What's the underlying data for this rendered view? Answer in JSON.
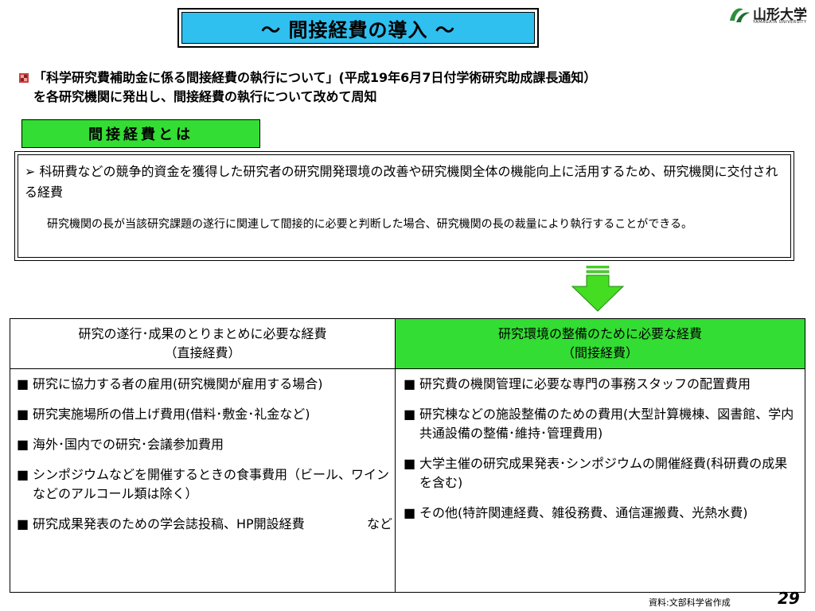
{
  "title": "～ 間接経費の導入 ～",
  "logo": {
    "name": "山形大学",
    "english": "YAMAGATA UNIVERSITY"
  },
  "notice": {
    "line1": "「科学研究費補助金に係る間接経費の執行について」(平成19年6月7日付学術研究助成課長通知）",
    "line2": "を各研究機関に発出し、間接経費の執行について改めて周知"
  },
  "definition": {
    "heading": "間接経費とは",
    "main": "➢ 科研費などの競争的資金を獲得した研究者の研究開発環境の改善や研究機関全体の機能向上に活用するため、研究機関に交付される経費",
    "note": "研究機関の長が当該研究課題の遂行に関連して間接的に必要と判断した場合、研究機関の長の裁量により執行することができる。"
  },
  "table": {
    "left_header": [
      "研究の遂行･成果のとりまとめに必要な経費",
      "（直接経費）"
    ],
    "right_header": [
      "研究環境の整備のために必要な経費",
      "（間接経費）"
    ],
    "left_items": [
      "研究に協力する者の雇用(研究機関が雇用する場合)",
      "研究実施場所の借上げ費用(借料･敷金･礼金など)",
      "海外･国内での研究･会議参加費用",
      "シンポジウムなどを開催するときの食事費用（ビール、ワインなどのアルコール類は除く）",
      "研究成果発表のための学会誌投稿、HP開設経費"
    ],
    "left_tail": "など",
    "right_items": [
      "研究費の機関管理に必要な専門の事務スタッフの配置費用",
      "研究棟などの施設整備のための費用(大型計算機棟、図書館、学内共通設備の整備･維持･管理費用)",
      "大学主催の研究成果発表･シンポジウムの開催経費(科研費の成果を含む)",
      "その他(特許関連経費、雑役務費、通信運搬費、光熱水費)"
    ],
    "bullet": "■"
  },
  "source": "資料:文部科学省作成",
  "page_number": "29",
  "colors": {
    "title_bg": "#2fc0f0",
    "green": "#33dd33",
    "arrow": "#44dd22"
  }
}
